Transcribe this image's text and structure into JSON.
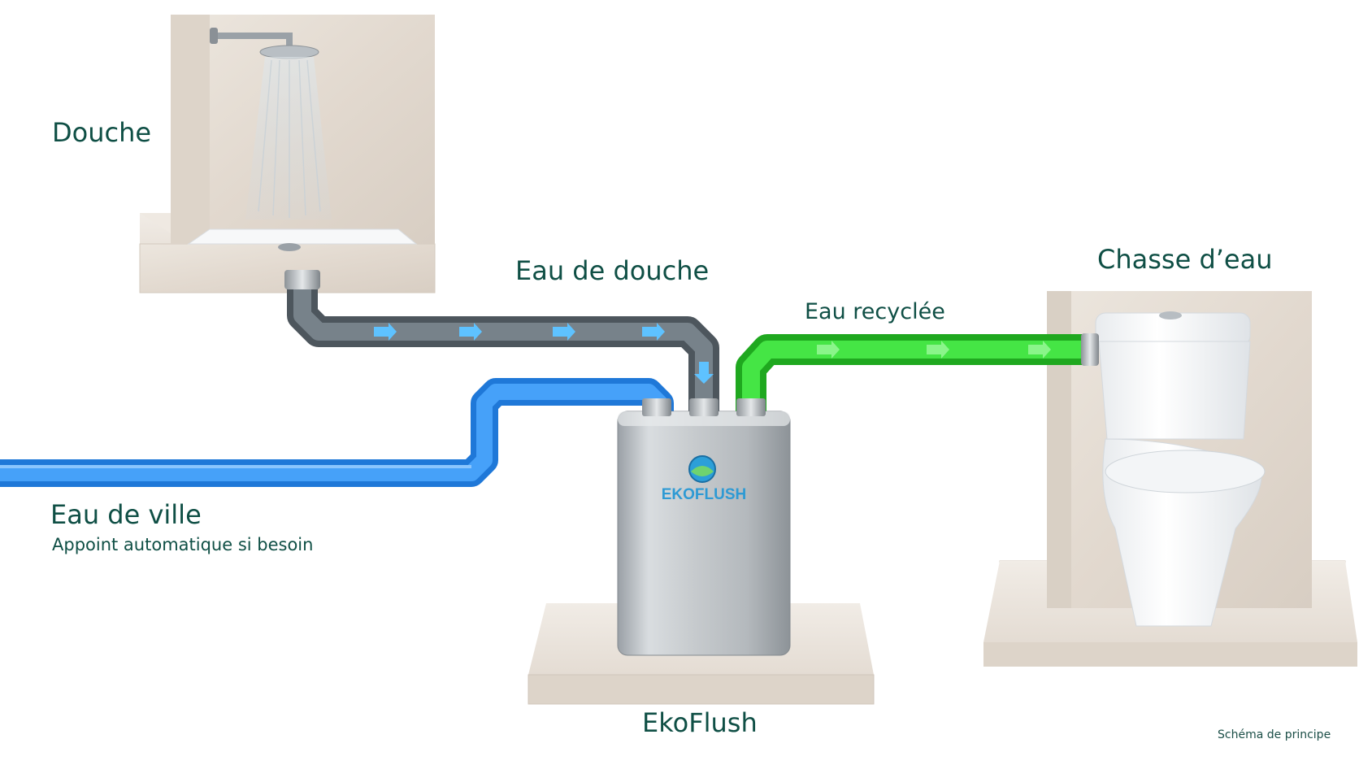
{
  "labels": {
    "shower": "Douche",
    "shower_water": "Eau de douche",
    "recycled_water": "Eau recyclée",
    "flush": "Chasse d’eau",
    "city_water": "Eau de ville",
    "city_water_note": "Appoint automatique si besoin",
    "unit_name": "EkoFlush",
    "caption": "Schéma de principe"
  },
  "device": {
    "logo_text": "EKOFLUSH"
  },
  "colors": {
    "text": "#0f4f45",
    "city_pipe": "#2f8ff0",
    "grey_pipe": "#5f6a72",
    "recycled_pipe": "#2fd42f",
    "arrow": "#4fb8ff",
    "stone": "#e7dfd6"
  },
  "flows": [
    {
      "from": "shower",
      "to": "unit",
      "label_key": "shower_water"
    },
    {
      "from": "unit",
      "to": "flush",
      "label_key": "recycled_water"
    },
    {
      "from": "city",
      "to": "unit",
      "label_key": "city_water"
    }
  ]
}
